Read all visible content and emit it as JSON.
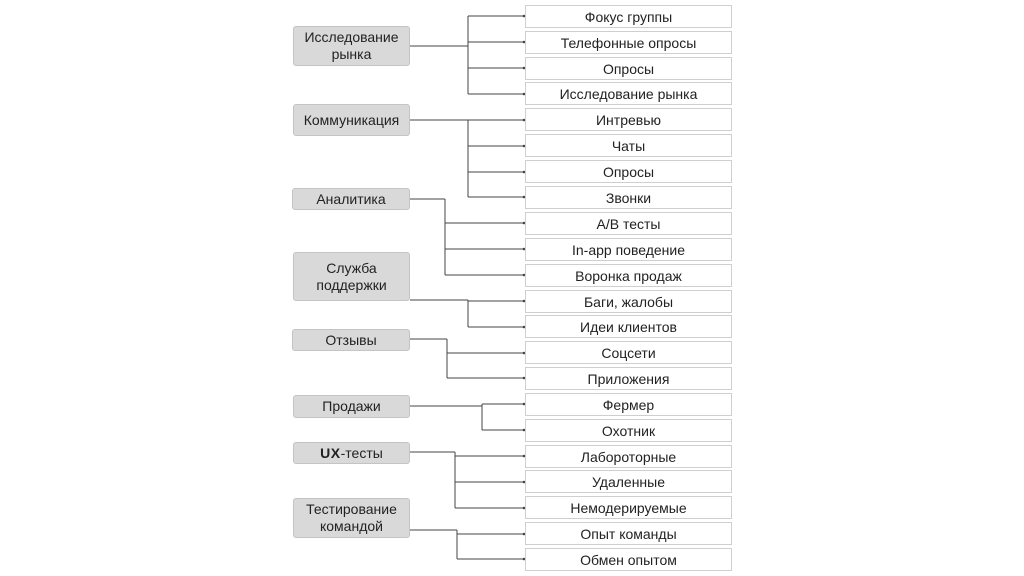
{
  "categories": [
    {
      "label": "Исследование\nрынка",
      "items": [
        "Фокус группы",
        "Телефонные опросы",
        "Опросы",
        "Исследование рынка"
      ]
    },
    {
      "label": "Коммуникация",
      "items": [
        "Интревью",
        "Чаты",
        "Опросы",
        "Звонки"
      ]
    },
    {
      "label": "Аналитика",
      "items": [
        "A/B тесты",
        "In-app поведение",
        "Воронка продаж"
      ]
    },
    {
      "label": "Служба\nподдержки",
      "items": [
        "Баги, жалобы",
        "Идеи клиентов"
      ]
    },
    {
      "label": "Отзывы",
      "items": [
        "Соцсети",
        "Приложения"
      ]
    },
    {
      "label": "Продажи",
      "items": [
        "Фермер",
        "Охотник"
      ]
    },
    {
      "label_bold": "UX",
      "label_rest": "-тесты",
      "items": [
        "Лабороторные",
        "Удаленные",
        "Немодерируемые"
      ]
    },
    {
      "label": "Тестирование\nкомандой",
      "items": [
        "Опыт команды",
        "Обмен опытом"
      ]
    }
  ],
  "colors": {
    "category_fill": "#d9d9d9",
    "connector": "#444444"
  }
}
